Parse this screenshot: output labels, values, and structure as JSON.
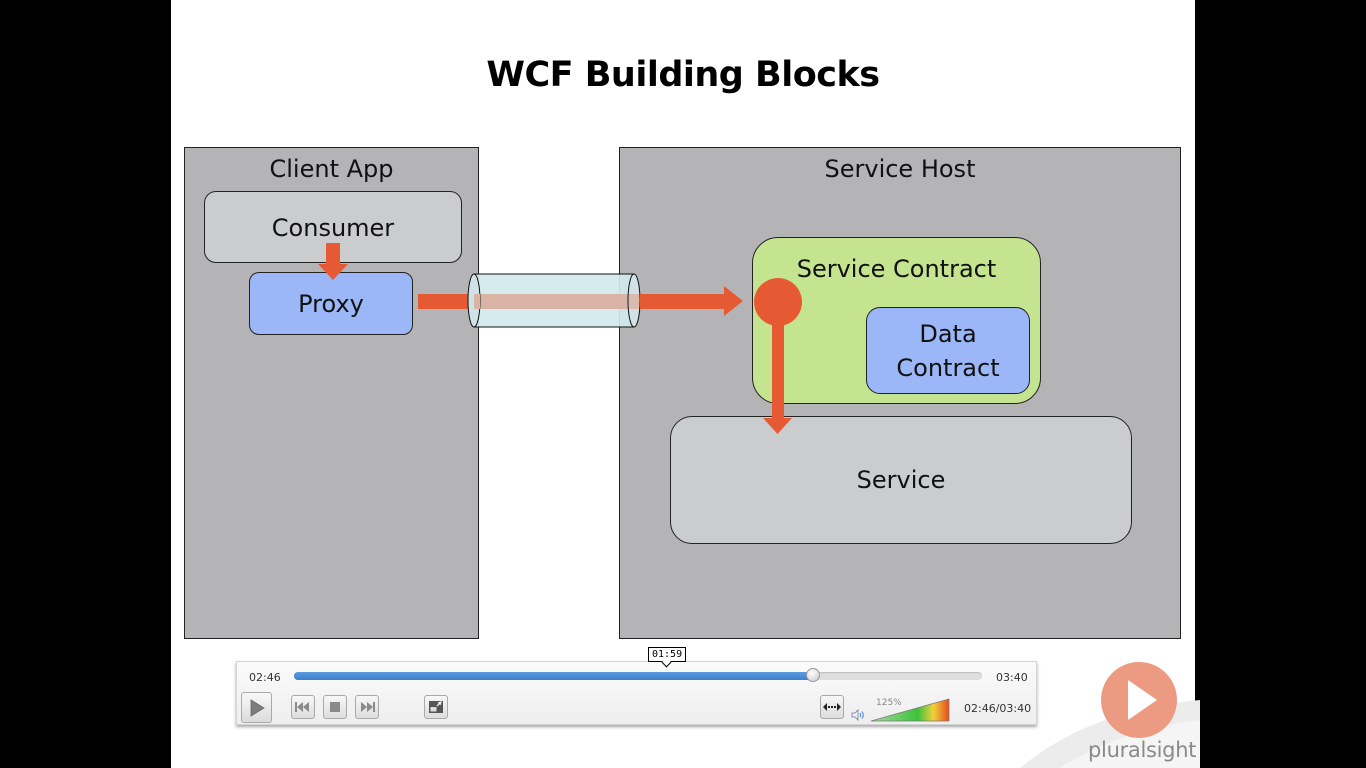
{
  "slide": {
    "title": "WCF Building Blocks",
    "client_app": {
      "label": "Client App",
      "consumer": "Consumer",
      "proxy": "Proxy"
    },
    "service_host": {
      "label": "Service Host",
      "service_contract": "Service Contract",
      "data_contract_line1": "Data",
      "data_contract_line2": "Contract",
      "service": "Service"
    },
    "colors": {
      "panel": "#b4b4b7",
      "consumer": "#cbcccd",
      "proxy": "#9bb7f7",
      "service_contract": "#c4e48f",
      "data_contract": "#9bb7f7",
      "arrow": "#e65a33",
      "channel": "#d3e9ec"
    }
  },
  "player": {
    "elapsed": "02:46",
    "total": "03:40",
    "progress_fraction": 0.755,
    "hover_time": "01:59",
    "hover_fraction": 0.54,
    "volume_label": "125%",
    "volume_fraction": 1.0,
    "time_readout": "02:46/03:40",
    "icons": {
      "play": "play-icon",
      "previous": "skip-back-icon",
      "stop": "stop-icon",
      "next": "skip-forward-icon",
      "picture_in_picture": "minimize-window-icon",
      "fit": "resize-horizontal-icon",
      "volume": "speaker-icon"
    }
  },
  "branding": {
    "logo_text": "pluralsight",
    "logo_icon": "play-logo-icon"
  }
}
